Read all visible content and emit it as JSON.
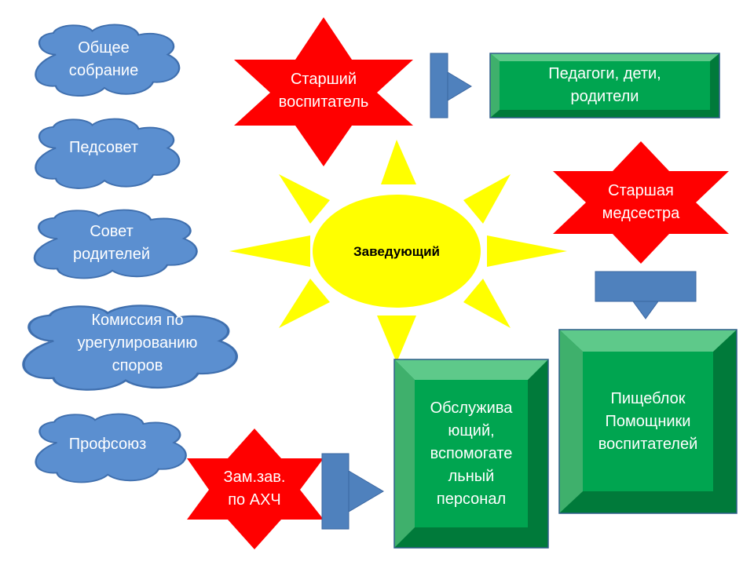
{
  "committees": [
    {
      "label": "Общее\nсобрание"
    },
    {
      "label": "Педсовет"
    },
    {
      "label": "Совет\nродителей"
    },
    {
      "label": "Комиссия по\nурегулированию\nспоров"
    },
    {
      "label": "Профсоюз"
    }
  ],
  "center": {
    "label": "Заведующий"
  },
  "stars": {
    "senior_educator": "Старший\nвоспитатель",
    "senior_nurse": "Старшая\nмедсестра",
    "deputy_head": "Зам.зав.\nпо АХЧ"
  },
  "boxes": {
    "teachers": "Педагоги, дети,\nродители",
    "kitchen": "Пищеблок\nПомощники\nвоспитателей",
    "staff": "Обслужива\nющий,\nвспомогате\nльный\nперсонал"
  },
  "colors": {
    "cloud": "#5b8fd0",
    "cloud_stroke": "#3f6fae",
    "star": "#ff0000",
    "sun": "#ffff00",
    "box_face": "#00a550",
    "box_bevel_light": "#5ec98a",
    "box_bevel_dark": "#007a3a",
    "arrow": "#4f81bd"
  }
}
